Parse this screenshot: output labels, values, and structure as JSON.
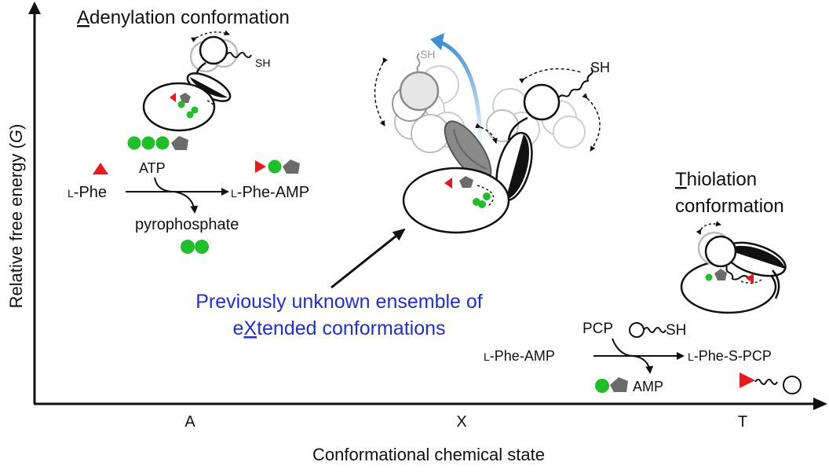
{
  "axes": {
    "y_label_main": "Relative free energy (",
    "y_label_var": "G",
    "y_label_close": ")",
    "x_label": "Conformational chemical state",
    "x_ticks": [
      "A",
      "X",
      "T"
    ]
  },
  "adenylation": {
    "title_first": "A",
    "title_rest": "denylation conformation",
    "sh": "SH",
    "reaction": {
      "cofactor": "ATP",
      "substrate_prefix": "L",
      "substrate": "-Phe",
      "product_prefix": "L",
      "product": "-Phe-AMP",
      "byproduct": "pyrophosphate"
    }
  },
  "extended": {
    "sh_gray": "SH",
    "sh_black": "SH",
    "caption_line1": "Previously unknown ensemble of",
    "caption_line2_pre": "e",
    "caption_line2_x": "X",
    "caption_line2_post": "tended conformations"
  },
  "thiolation": {
    "title_line1_first": "T",
    "title_line1_rest": "hiolation",
    "title_line2": "conformation",
    "reaction": {
      "carrier": "PCP",
      "carrier_sh": "SH",
      "substrate_prefix": "L",
      "substrate": "-Phe-AMP",
      "product_prefix": "L",
      "product": "-Phe-S-PCP",
      "byproduct": "AMP"
    }
  },
  "colors": {
    "ligand_red": "#e8181c",
    "ligand_green": "#1fbf2a",
    "ligand_gray": "#6b6b6b",
    "caption_blue": "#1f2fd6",
    "arrow_blue": "#3d8fd4"
  }
}
